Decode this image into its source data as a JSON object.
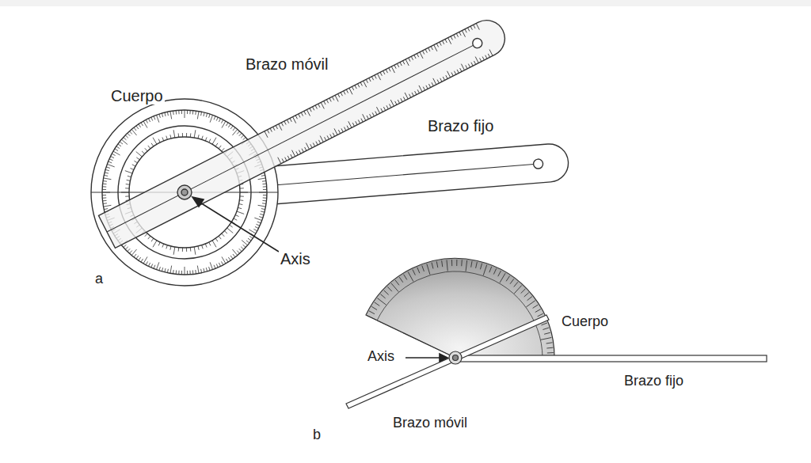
{
  "diagram": {
    "labels": [
      "Brazo móvil",
      "Cuerpo",
      "Brazo fijo",
      "Axis",
      "a",
      "Cuerpo",
      "Axis",
      "Brazo fijo",
      "Brazo móvil",
      "b"
    ]
  }
}
